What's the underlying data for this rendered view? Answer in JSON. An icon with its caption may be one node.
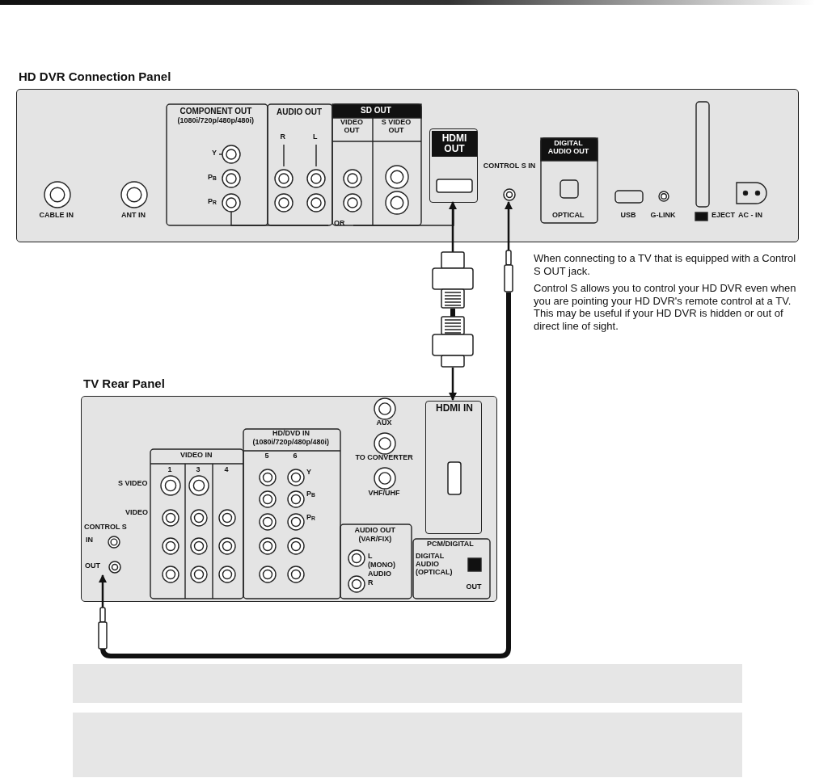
{
  "diagram": {
    "nodes": [
      {
        "text": [
          "HD DVR Connection Panel"
        ]
      },
      {
        "text": [
          "HDMI OUT"
        ],
        "in": 0
      },
      {
        "text": [
          "CONTROL S IN"
        ],
        "in": 0
      },
      {
        "text": [
          "TV Rear Panel"
        ]
      },
      {
        "text": [
          "HDMI IN"
        ],
        "in": 3
      },
      {
        "text": [
          "OUT"
        ],
        "in": 3
      },
      {
        "text": [],
        "shape": "plug"
      },
      {
        "text": [],
        "shape": "plug"
      },
      {
        "text": [],
        "shape": "plug"
      },
      {
        "text": [],
        "shape": "plug"
      },
      {
        "text": [],
        "shape": "box"
      },
      {
        "text": [],
        "shape": "box"
      }
    ],
    "edges": [
      {
        "from": 6,
        "to": 1,
        "arrow": "to"
      },
      {
        "from": 7,
        "to": 4,
        "arrow": "to"
      },
      {
        "from": 8,
        "to": 2,
        "arrow": "to"
      },
      {
        "from": 9,
        "to": 5,
        "arrow": "to"
      },
      {
        "from": 6,
        "to": 7,
        "arrow": "none",
        "style": "thick"
      },
      {
        "from": 8,
        "to": 9,
        "arrow": "none",
        "style": "thick"
      }
    ],
    "labels": [
      "COMPONENT OUT",
      "AUDIO OUT",
      "SD OUT",
      "(1080i/720p/480p/480i)",
      "VIDEO OUT",
      "S VIDEO OUT",
      "R",
      "L",
      "DIGITAL AUDIO OUT",
      "Y",
      "P$_{B}$",
      "P$_{R}$",
      "CABLE IN",
      "ANT IN",
      "OPTICAL",
      "USB",
      "G-LINK",
      "EJECT",
      "AC - IN",
      "OR",
      "When connecting to a TV that is equipped with a Control S OUT jack.",
      "Control S allows you to control your HD DVR even when you are pointing your HD DVR's remote control at a TV. This may be useful if your HD DVR is hidden or out of direct line of sight.",
      "AUX",
      "HD/DVD IN",
      "(1080i/720p/480p/480i)",
      "VIDEO IN",
      "5",
      "6",
      "TO CONVERTER",
      "1",
      "3",
      "4",
      "Y",
      "S VIDEO",
      "P$_{B}$",
      "VHF/UHF",
      "VIDEO",
      "P$_{R}$",
      "CONTROL S",
      "AUDIO OUT",
      "IN",
      "(VAR/FIX)",
      "PCM/DIGITAL",
      "L",
      "DIGITAL AUDIO (OPTICAL)",
      "(MONO)",
      "AUDIO",
      "R",
      "OUT"
    ]
  }
}
